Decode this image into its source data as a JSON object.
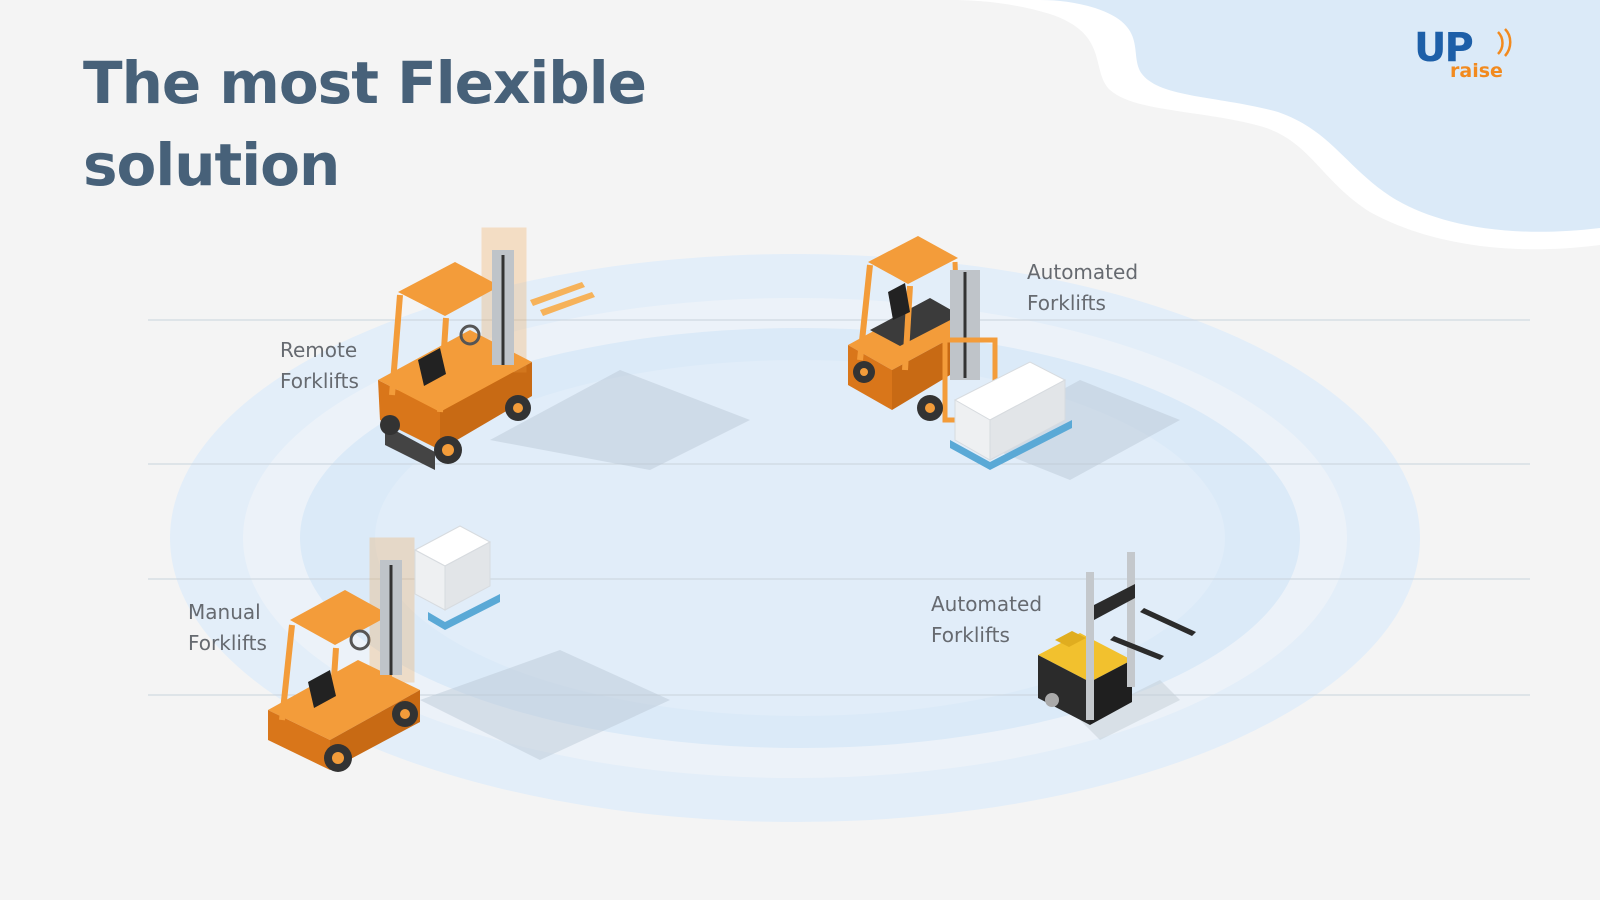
{
  "slide": {
    "title_line1": "The most Flexible",
    "title_line2": "solution"
  },
  "logo": {
    "word_up": "UP",
    "word_raise": "raise",
    "colors": {
      "up": "#1d5fa8",
      "raise": "#f28a1e"
    }
  },
  "labels": {
    "remote": {
      "line1": "Remote",
      "line2": "Forklifts"
    },
    "automated_top": {
      "line1": "Automated",
      "line2": "Forklifts"
    },
    "manual": {
      "line1": "Manual",
      "line2": "Forklifts"
    },
    "automated_bottom": {
      "line1": "Automated",
      "line2": "Forklifts"
    }
  },
  "colors": {
    "title": "#476179",
    "label": "#666a70",
    "forklift_orange": "#f39c3a",
    "robot_yellow": "#f2c12e",
    "ellipse_blue": "#dbeaf8",
    "background": "#f4f4f4"
  },
  "icons": [
    "remote-forklift-icon",
    "automated-forklift-icon",
    "manual-forklift-icon",
    "agv-robot-icon"
  ]
}
